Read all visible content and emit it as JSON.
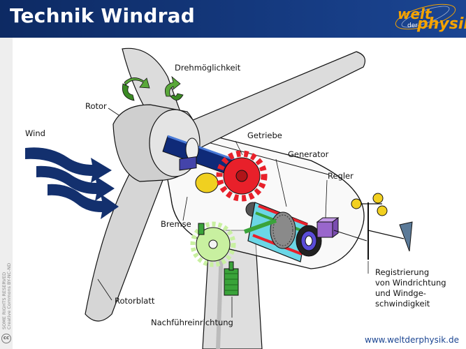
{
  "header": {
    "title": "Technik Windrad",
    "logo": {
      "welt": "welt",
      "der": "der",
      "physik": "physik"
    }
  },
  "labels": {
    "drehmoeglichkeit": "Drehmöglichkeit",
    "rotor": "Rotor",
    "wind": "Wind",
    "getriebe": "Getriebe",
    "generator": "Generator",
    "regler": "Regler",
    "bremse": "Bremse",
    "rotorblatt": "Rotorblatt",
    "nachfuehreinrichtung": "Nachführeinrichtung",
    "registrierung": [
      "Registrierung",
      "von Windrichtung",
      "und  Windge-",
      "schwindigkeit"
    ]
  },
  "license": {
    "icon": "cc-icon",
    "line1": "SOME RIGHTS RESERVED",
    "line2": "Creative Commons BY-NC-ND"
  },
  "footer": {
    "url": "www.weltderphysik.de"
  },
  "colors": {
    "header": "#153a80",
    "accent": "#f5a300",
    "wind_arrow": "#13306e",
    "gear_red": "#e8202a",
    "gear_light_green": "#c8f0a0",
    "green": "#3aa33a",
    "regler": "#9966cc",
    "blade": "#dcdcdc"
  }
}
